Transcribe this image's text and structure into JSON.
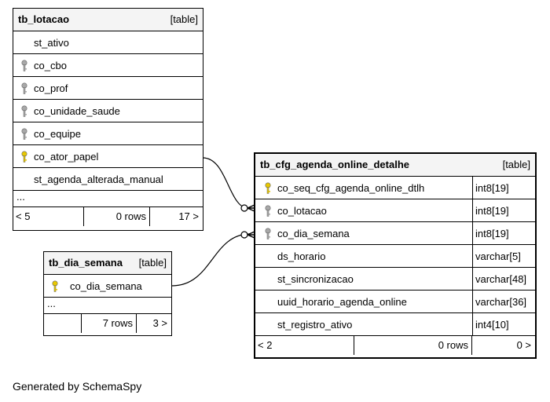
{
  "tables": {
    "lotacao": {
      "name": "tb_lotacao",
      "kind": "[table]",
      "columns": [
        {
          "name": "st_ativo",
          "key": "none"
        },
        {
          "name": "co_cbo",
          "key": "foreign"
        },
        {
          "name": "co_prof",
          "key": "foreign"
        },
        {
          "name": "co_unidade_saude",
          "key": "foreign"
        },
        {
          "name": "co_equipe",
          "key": "foreign"
        },
        {
          "name": "co_ator_papel",
          "key": "primary"
        },
        {
          "name": "st_agenda_alterada_manual",
          "key": "none"
        }
      ],
      "ellipsis": "...",
      "footer": {
        "parents": "< 5",
        "rows": "0 rows",
        "children": "17 >"
      }
    },
    "dia_semana": {
      "name": "tb_dia_semana",
      "kind": "[table]",
      "columns": [
        {
          "name": "co_dia_semana",
          "key": "primary"
        }
      ],
      "ellipsis": "...",
      "footer": {
        "parents": "",
        "rows": "7 rows",
        "children": "3 >"
      }
    },
    "detalhe": {
      "name": "tb_cfg_agenda_online_detalhe",
      "kind": "[table]",
      "columns": [
        {
          "name": "co_seq_cfg_agenda_online_dtlh",
          "type": "int8[19]",
          "key": "primary"
        },
        {
          "name": "co_lotacao",
          "type": "int8[19]",
          "key": "foreign"
        },
        {
          "name": "co_dia_semana",
          "type": "int8[19]",
          "key": "foreign"
        },
        {
          "name": "ds_horario",
          "type": "varchar[5]",
          "key": "none"
        },
        {
          "name": "st_sincronizacao",
          "type": "varchar[48]",
          "key": "none"
        },
        {
          "name": "uuid_horario_agenda_online",
          "type": "varchar[36]",
          "key": "none"
        },
        {
          "name": "st_registro_ativo",
          "type": "int4[10]",
          "key": "none"
        }
      ],
      "footer": {
        "parents": "< 2",
        "rows": "0 rows",
        "children": "0 >"
      }
    }
  },
  "footer_text": "Generated by SchemaSpy",
  "colors": {
    "primary_key": "#e8c800",
    "foreign_key": "#a8a8a8",
    "header_bg": "#f4f4f4"
  }
}
